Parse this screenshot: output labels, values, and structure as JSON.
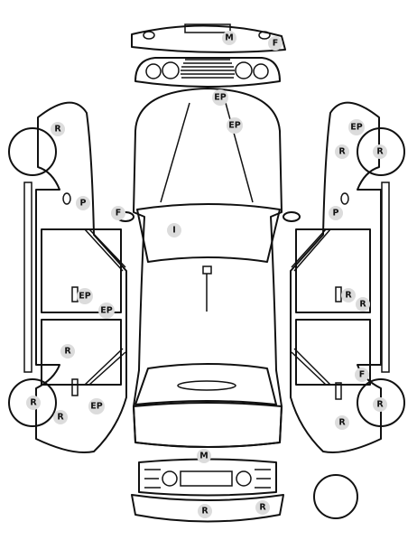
{
  "markers": [
    {
      "id": "front-bumper-m",
      "label": "M"
    },
    {
      "id": "front-bumper-f",
      "label": "F"
    },
    {
      "id": "hood-ep-top",
      "label": "EP"
    },
    {
      "id": "hood-ep",
      "label": "EP"
    },
    {
      "id": "windshield-i",
      "label": "I"
    },
    {
      "id": "left-mirror-f",
      "label": "F"
    },
    {
      "id": "left-front-wheel-r",
      "label": "R"
    },
    {
      "id": "left-fuel-p",
      "label": "P"
    },
    {
      "id": "left-door-handle-ep",
      "label": "EP"
    },
    {
      "id": "left-door-ep",
      "label": "EP"
    },
    {
      "id": "left-rear-door-r",
      "label": "R"
    },
    {
      "id": "left-rear-wheel-r",
      "label": "R"
    },
    {
      "id": "left-rear-wheel-r2",
      "label": "R"
    },
    {
      "id": "left-rear-ep",
      "label": "EP"
    },
    {
      "id": "right-front-ep",
      "label": "EP"
    },
    {
      "id": "right-front-r",
      "label": "R"
    },
    {
      "id": "right-front-wheel-r",
      "label": "R"
    },
    {
      "id": "right-fuel-p",
      "label": "P"
    },
    {
      "id": "right-door-r",
      "label": "R"
    },
    {
      "id": "right-door-r2",
      "label": "R"
    },
    {
      "id": "right-rear-f",
      "label": "F"
    },
    {
      "id": "right-rear-wheel-r",
      "label": "R"
    },
    {
      "id": "right-rear-r",
      "label": "R"
    },
    {
      "id": "trunk-m",
      "label": "M"
    },
    {
      "id": "rear-bumper-r",
      "label": "R"
    },
    {
      "id": "rear-bumper-r2",
      "label": "R"
    }
  ]
}
